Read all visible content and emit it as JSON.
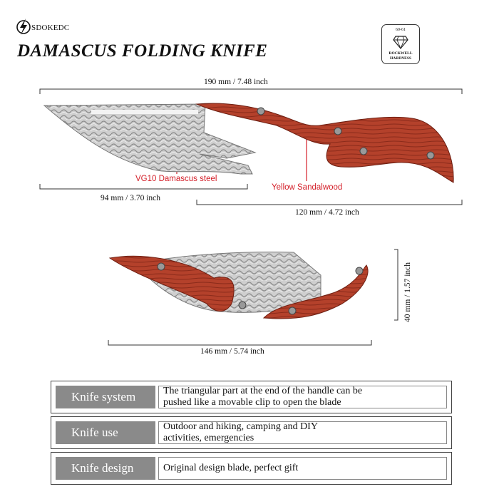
{
  "brand": {
    "name": "SDOKEDC",
    "logo": "lightning-ring-logo"
  },
  "title": "DAMASCUS FOLDING KNIFE",
  "badge": {
    "top": "60-61",
    "line1": "ROCKWELL",
    "line2": "HARDNESS",
    "icon": "diamond-icon"
  },
  "dimensions": {
    "overall": "190 mm / 7.48 inch",
    "blade": "94 mm / 3.70 inch",
    "handle": "120 mm / 4.72 inch",
    "folded_length": "146 mm / 5.74 inch",
    "folded_height": "40 mm / 1.57 inch"
  },
  "callouts": {
    "steel": "VG10 Damascus steel",
    "handle": "Yellow Sandalwood"
  },
  "colors": {
    "callout": "#d4202a",
    "wood": "#b4412b",
    "label_bg": "#8a8a8a"
  },
  "features": [
    {
      "label": "Knife system",
      "lines": [
        "The triangular part at the end of the handle can be",
        "pushed like a movable clip to open the blade"
      ]
    },
    {
      "label": "Knife use",
      "lines": [
        "Outdoor and hiking, camping and DIY",
        "activities, emergencies"
      ]
    },
    {
      "label": "Knife design",
      "lines": [
        "Original design blade, perfect gift"
      ]
    }
  ]
}
